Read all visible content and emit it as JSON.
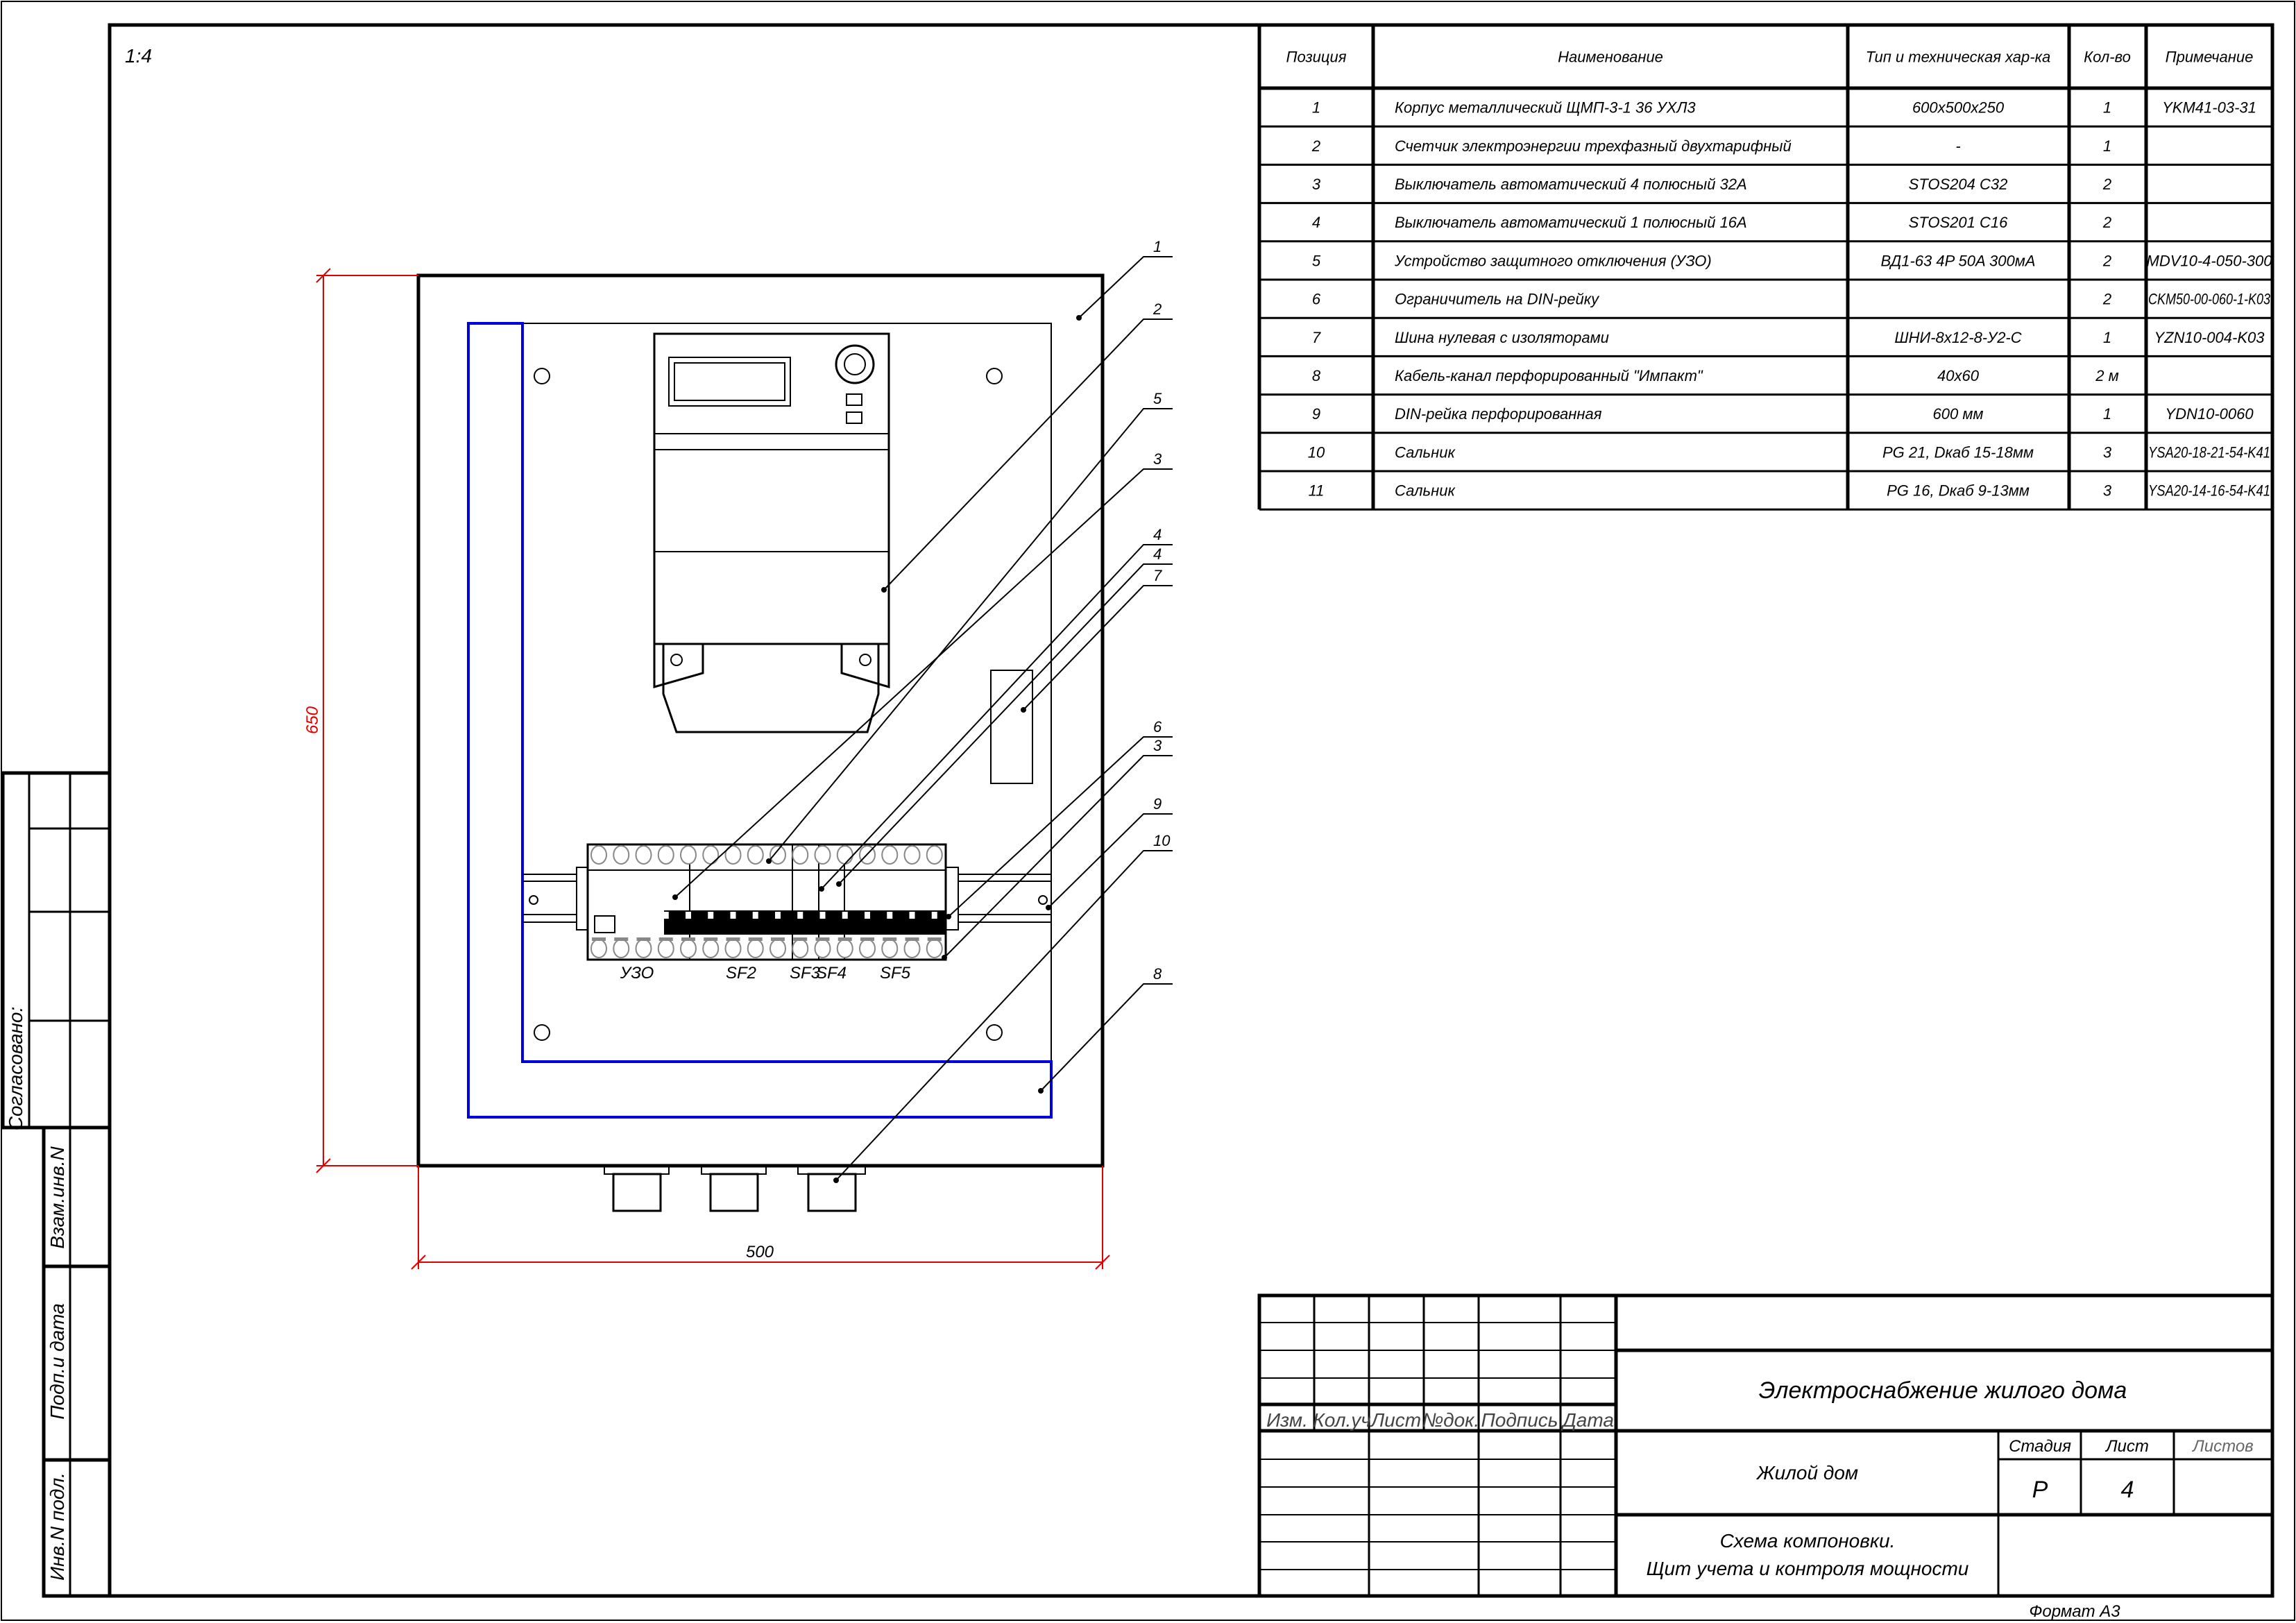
{
  "drawing": {
    "scale": "1:4",
    "dim_height": "650",
    "dim_width": "500",
    "device_labels": [
      "УЗО",
      "SF2",
      "SF3",
      "SF4",
      "SF5"
    ],
    "callouts": [
      "1",
      "2",
      "5",
      "3",
      "4",
      "4",
      "7",
      "6",
      "3",
      "9",
      "10",
      "8"
    ]
  },
  "spec_table": {
    "headers": [
      "Позиция",
      "Наименование",
      "Тип и техническая хар-ка",
      "Кол-во",
      "Примечание"
    ],
    "rows": [
      [
        "1",
        "Корпус металлический ЩМП-3-1 36 УХЛ3",
        "600x500x250",
        "1",
        "YKM41-03-31"
      ],
      [
        "2",
        "Счетчик электроэнергии трехфазный двухтарифный",
        "-",
        "1",
        ""
      ],
      [
        "3",
        "Выключатель автоматический 4 полюсный 32А",
        "STOS204 C32",
        "2",
        ""
      ],
      [
        "4",
        "Выключатель автоматический 1 полюсный 16А",
        "STOS201 C16",
        "2",
        ""
      ],
      [
        "5",
        "Устройство защитного отключения (УЗО)",
        "ВД1-63 4P 50A 300мА",
        "2",
        "MDV10-4-050-300"
      ],
      [
        "6",
        "Ограничитель на DIN-рейку",
        "",
        "2",
        "CKM50-00-060-1-K03"
      ],
      [
        "7",
        "Шина нулевая с изоляторами",
        "ШНИ-8x12-8-У2-С",
        "1",
        "YZN10-004-K03"
      ],
      [
        "8",
        "Кабель-канал перфорированный \"Импакт\"",
        "40x60",
        "2 м",
        ""
      ],
      [
        "9",
        "DIN-рейка перфорированная",
        "600 мм",
        "1",
        "YDN10-0060"
      ],
      [
        "10",
        "Сальник",
        "PG 21, Dкаб 15-18мм",
        "3",
        "YSA20-18-21-54-K41"
      ],
      [
        "11",
        "Сальник",
        "PG 16, Dкаб 9-13мм",
        "3",
        "YSA20-14-16-54-K41"
      ]
    ]
  },
  "title_block": {
    "revision_headers": [
      "Изм.",
      "Кол.уч",
      "Лист",
      "№док.",
      "Подпись",
      "Дата"
    ],
    "project": "Электроснабжение жилого дома",
    "object": "Жилой дом",
    "stage_label": "Стадия",
    "sheet_label": "Лист",
    "sheets_label": "Листов",
    "stage": "Р",
    "sheet": "4",
    "drawing_title_1": "Схема компоновки.",
    "drawing_title_2": "Щит учета и контроля мощности",
    "format": "Формат А3"
  },
  "side_stamp": {
    "approved": "Согласовано:",
    "replaced_inv": "Взам.инв.N",
    "sign_date": "Подп.и дата",
    "inv_orig": "Инв.N подл."
  }
}
